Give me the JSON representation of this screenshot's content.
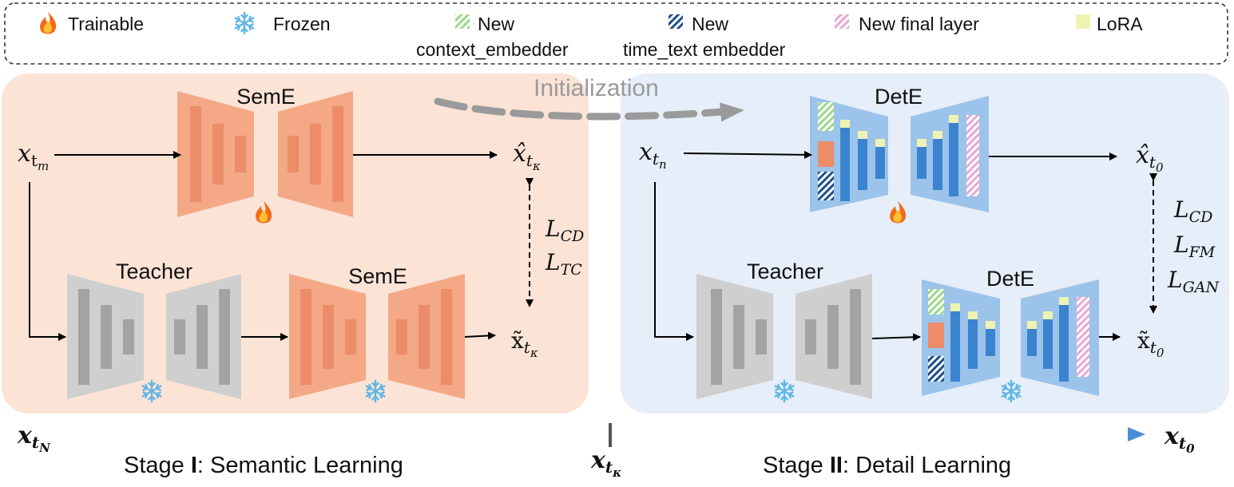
{
  "legend": {
    "trainable": "Trainable",
    "frozen": "Frozen",
    "new_context_line1": "New",
    "new_context_line2": "context_embedder",
    "new_time_line1": "New",
    "new_time_line2": "time_text embedder",
    "new_final": "New final layer",
    "lora": "LoRA"
  },
  "initialization_label": "Initialization",
  "stage1": {
    "top_block": "SemE",
    "teacher": "Teacher",
    "bottom_block": "SemE",
    "input_var": "x",
    "input_sub": "t",
    "input_subsub": "m",
    "out_top_var": "x̂",
    "out_top_sub": "t",
    "out_top_subsub": "κ",
    "out_bottom_var": "x̃",
    "out_bottom_sub": "t",
    "out_bottom_subsub": "κ",
    "losses": [
      "L_CD",
      "L_TC"
    ],
    "loss_main": [
      "L",
      "L"
    ],
    "loss_subs": [
      "CD",
      "TC"
    ]
  },
  "stage2": {
    "top_block": "DetE",
    "teacher": "Teacher",
    "bottom_block": "DetE",
    "input_var": "x",
    "input_sub": "t",
    "input_subsub": "n",
    "out_top_var": "x̂",
    "out_top_sub": "t",
    "out_top_subsub": "0",
    "out_bottom_var": "x̃",
    "out_bottom_sub": "t",
    "out_bottom_subsub": "0",
    "loss_main": [
      "L",
      "L",
      "L"
    ],
    "loss_subs": [
      "CD",
      "FM",
      "GAN"
    ]
  },
  "timeline": {
    "start_var": "x",
    "start_sub": "t",
    "start_subsub": "N",
    "mid_var": "x",
    "mid_sub": "t",
    "mid_subsub": "κ",
    "end_var": "x",
    "end_sub": "t",
    "end_subsub": "0",
    "stage1_prefix": "Stage ",
    "stage1_roman": "I",
    "stage1_suffix": ": Semantic Learning",
    "stage2_prefix": "Stage ",
    "stage2_roman": "II",
    "stage2_suffix": ": Detail Learning"
  },
  "colors": {
    "stage1_bg": "#fbe3d6",
    "stage2_bg": "#e5eef9",
    "seme": "#f4a885",
    "seme_inner": "#ec8c68",
    "teacher": "#cfcfcf",
    "teacher_inner": "#a3a3a3",
    "dete": "#9cc3ea",
    "dete_bar": "#3a84cf",
    "lora": "#eef3b4",
    "final_layer": "#e6a8d8",
    "context_embedder": "#9ad88a",
    "time_embedder": "#1f4e8a",
    "timeline_start": "#f2a27c",
    "timeline_end": "#4a8ed2"
  },
  "icons": {
    "trainable": "fire-icon",
    "frozen": "snowflake-icon"
  }
}
